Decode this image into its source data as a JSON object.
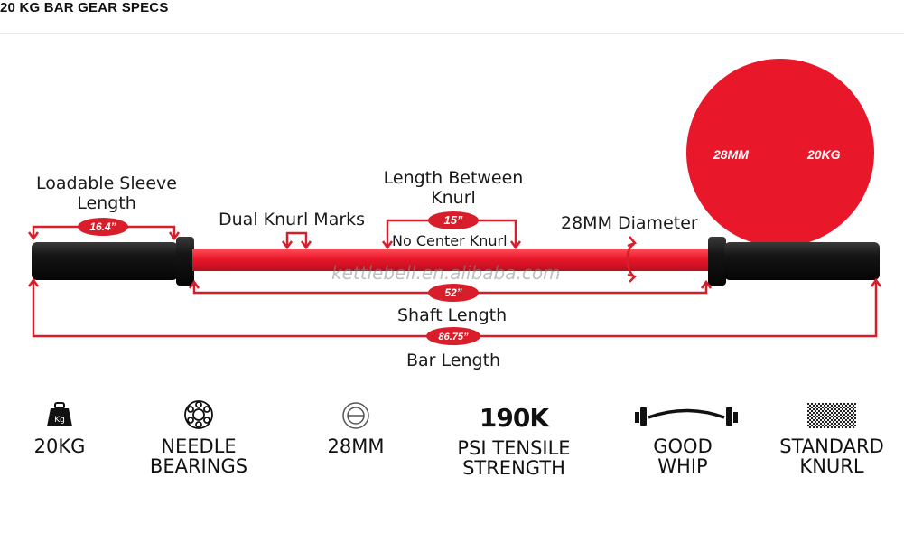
{
  "title": "20 KG BAR GEAR SPECS",
  "plate": {
    "left_text": "28MM",
    "right_text": "20KG",
    "color": "#e8172a"
  },
  "labels": {
    "sleeve": "Loadable Sleeve\nLength",
    "dual_knurl": "Dual Knurl Marks",
    "between_knurl": "Length Between\nKnurl",
    "no_center": "No Center Knurl",
    "diameter": "28MM Diameter",
    "shaft": "Shaft Length",
    "bar": "Bar Length"
  },
  "measurements": {
    "sleeve": "16.4”",
    "between_knurl": "15”",
    "shaft": "52”",
    "bar": "86.75”"
  },
  "watermark": "kettlebell.en.alibaba.com",
  "features": [
    {
      "icon": "kettlebell-weight-icon",
      "icon_text": "Kg",
      "caption": "20KG"
    },
    {
      "icon": "bearing-icon",
      "caption": "NEEDLE\nBEARINGS"
    },
    {
      "icon": "diameter-icon",
      "caption": "28MM"
    },
    {
      "icon": "",
      "headline": "190K",
      "caption": "PSI TENSILE\nSTRENGTH"
    },
    {
      "icon": "bending-barbell-icon",
      "caption": "GOOD\nWHIP"
    },
    {
      "icon": "knurl-pattern-icon",
      "caption": "STANDARD\nKNURL"
    }
  ],
  "colors": {
    "bar_red": "#e8172a",
    "sleeve": "#141414",
    "arrow_red": "#d81e2a"
  }
}
